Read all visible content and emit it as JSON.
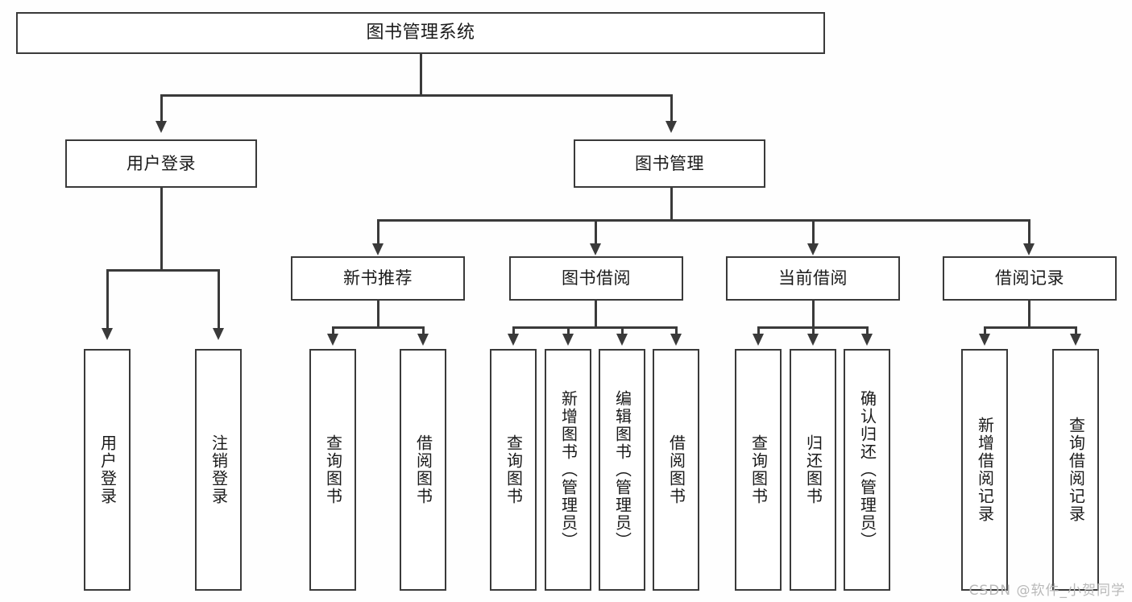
{
  "diagram": {
    "type": "tree",
    "title": "图书管理系统",
    "orientation": "top-down",
    "colors": {
      "background": "#fefefe",
      "box_fill": "#ffffff",
      "box_border": "#3a3a3a",
      "connector": "#3a3a3a",
      "text": "#1a1a1a",
      "watermark": "#b9b9b9"
    },
    "root": {
      "label": "图书管理系统"
    },
    "level2": [
      {
        "label": "用户登录"
      },
      {
        "label": "图书管理"
      }
    ],
    "level3": [
      {
        "label": "新书推荐"
      },
      {
        "label": "图书借阅"
      },
      {
        "label": "当前借阅"
      },
      {
        "label": "借阅记录"
      }
    ],
    "leaves": {
      "user_login": [
        {
          "label": "用户登录"
        },
        {
          "label": "注销登录"
        }
      ],
      "new_book_recommend": [
        {
          "label": "查询图书"
        },
        {
          "label": "借阅图书"
        }
      ],
      "book_borrow": [
        {
          "label": "查询图书"
        },
        {
          "label": "新增图书（管理员）"
        },
        {
          "label": "编辑图书（管理员）"
        },
        {
          "label": "借阅图书"
        }
      ],
      "current_borrow": [
        {
          "label": "查询图书"
        },
        {
          "label": "归还图书"
        },
        {
          "label": "确认归还（管理员）"
        }
      ],
      "borrow_record": [
        {
          "label": "新增借阅记录"
        },
        {
          "label": "查询借阅记录"
        }
      ]
    }
  },
  "watermark": {
    "text": "CSDN @软件_小贺同学"
  }
}
